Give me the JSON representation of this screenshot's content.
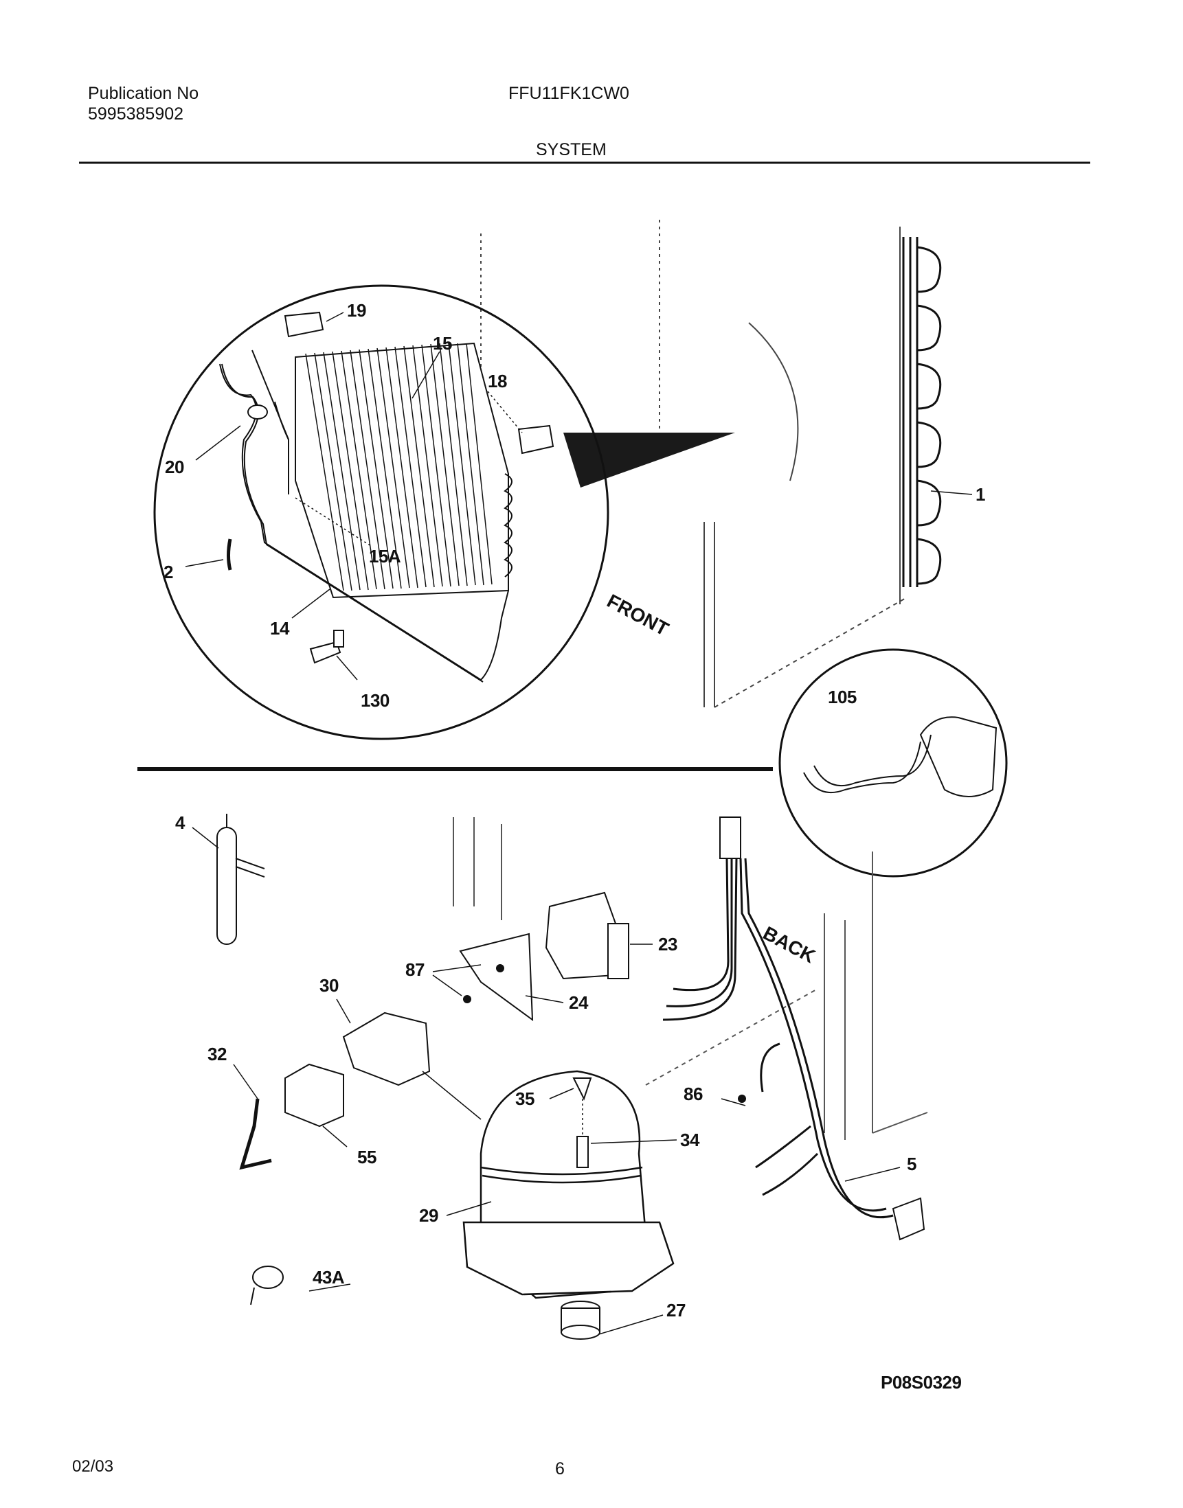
{
  "header": {
    "publication_label": "Publication No",
    "publication_number": "5995385902",
    "model": "FFU11FK1CW0",
    "section": "SYSTEM"
  },
  "diagram": {
    "orientation_labels": {
      "front": "FRONT",
      "back": "BACK"
    },
    "callouts": [
      "19",
      "15",
      "18",
      "20",
      "15A",
      "2",
      "14",
      "130",
      "1",
      "105",
      "4",
      "23",
      "87",
      "24",
      "30",
      "32",
      "35",
      "34",
      "86",
      "55",
      "5",
      "29",
      "43A",
      "27"
    ],
    "drawing_number": "P08S0329"
  },
  "footer": {
    "date": "02/03",
    "page_number": "6"
  },
  "colors": {
    "ink": "#111111",
    "paper": "#ffffff"
  }
}
